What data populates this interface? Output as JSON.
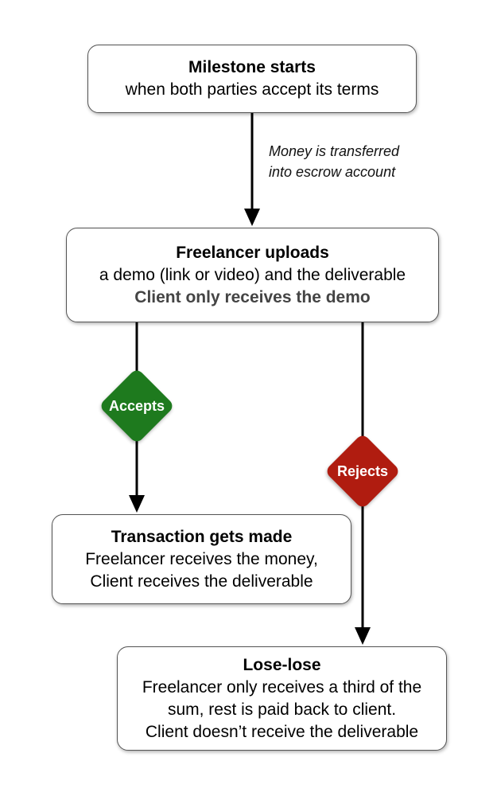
{
  "nodes": {
    "milestone_start": {
      "title": "Milestone starts",
      "line1": "when both parties accept its terms"
    },
    "freelancer_uploads": {
      "title": "Freelancer uploads",
      "line1": "a demo (link or video) and the deliverable",
      "line2": "Client only receives the demo"
    },
    "transaction": {
      "title": "Transaction gets made",
      "line1": "Freelancer receives the money,",
      "line2": "Client receives the deliverable"
    },
    "lose_lose": {
      "title": "Lose-lose",
      "line1": "Freelancer only receives a third of the",
      "line2": "sum, rest is paid back to client.",
      "line3": "Client doesn’t receive the deliverable"
    }
  },
  "annotation": {
    "line1": "Money is transferred",
    "line2": "into escrow account"
  },
  "decisions": {
    "accepts": {
      "label": "Accepts",
      "color": "#1e7a1e"
    },
    "rejects": {
      "label": "Rejects",
      "color": "#b01c10"
    }
  },
  "colors": {
    "border": "#555555",
    "arrow": "#000000",
    "grey_text": "#444444"
  }
}
